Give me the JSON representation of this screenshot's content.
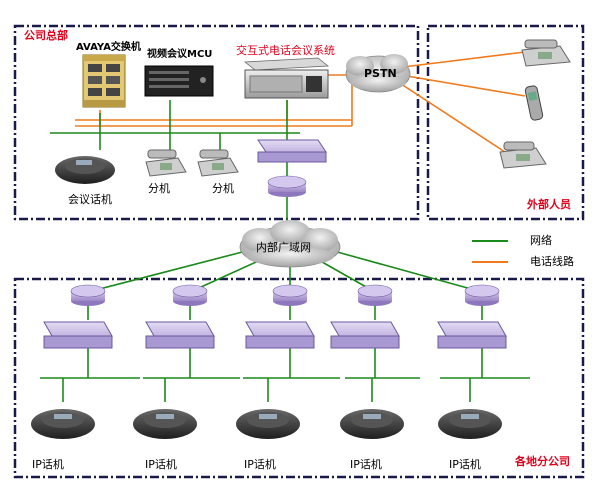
{
  "regions": {
    "hq": "公司总部",
    "external": "外部人员",
    "branches": "各地分公司"
  },
  "devices": {
    "avaya": "AVAYA交换机",
    "mcu": "视频会议MCU",
    "conf_system": "交互式电话会议系统",
    "pstn": "PSTN",
    "wan": "内部广域网",
    "conf_phone": "会议话机",
    "ext1": "分机",
    "ext2": "分机",
    "ip_phones": [
      "IP话机",
      "IP话机",
      "IP话机",
      "IP话机",
      "IP话机"
    ]
  },
  "legend": {
    "network": {
      "label": "网络",
      "color": "#1a8a1a"
    },
    "phone_line": {
      "label": "电话线路",
      "color": "#f07a1c"
    }
  },
  "colors": {
    "region_border": "#1a1a4a",
    "router": "#b9a6d8",
    "switch": "#c9bde6",
    "cloud": "#c8c8c8"
  }
}
